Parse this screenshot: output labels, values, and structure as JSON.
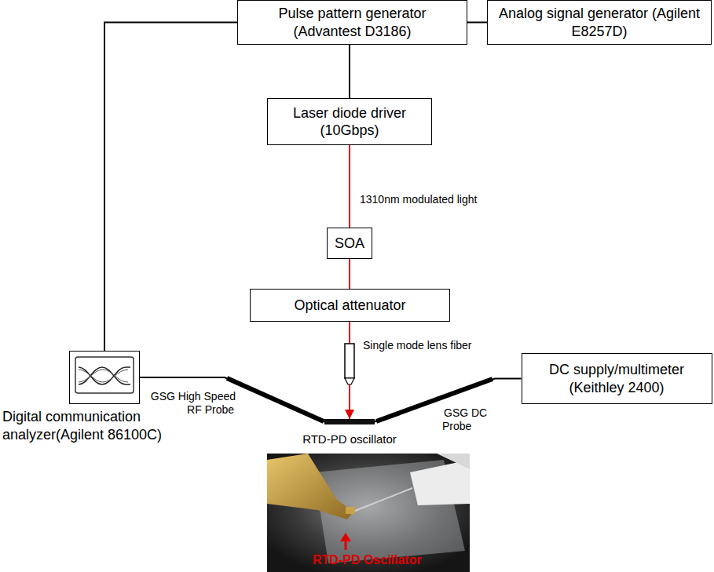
{
  "diagram": {
    "nodes": [
      {
        "text": [
          "Pulse pattern generator (Advantest D3186)"
        ]
      },
      {
        "text": [
          "Analog signal generator (Agilent E8257D)"
        ]
      },
      {
        "text": [
          "Laser diode driver (10Gbps)"
        ]
      },
      {
        "text": [
          "SOA"
        ]
      },
      {
        "text": [
          "Optical attenuator"
        ]
      },
      {
        "text": [
          "Digital communication analyzer(Agilent 86100C)"
        ]
      },
      {
        "text": [
          "DC supply/multimeter (Keithley 2400)"
        ]
      },
      {
        "text": [
          "RTD-PD oscillator"
        ]
      }
    ],
    "edges": [
      {
        "from": 0,
        "to": 1,
        "arrow": "none"
      },
      {
        "from": 0,
        "to": 2,
        "arrow": "none"
      },
      {
        "from": 0,
        "to": 5,
        "arrow": "none"
      },
      {
        "from": 2,
        "to": 3,
        "label": "1310nm modulated light",
        "arrow": "none"
      },
      {
        "from": 3,
        "to": 4,
        "arrow": "none"
      },
      {
        "from": 4,
        "to": 7,
        "label": "Single mode lens fiber",
        "arrow": "to"
      },
      {
        "from": 5,
        "to": 7,
        "label": "GSG High Speed RF Probe",
        "arrow": "none"
      },
      {
        "from": 6,
        "to": 7,
        "label": "GSG DC Probe",
        "arrow": "none"
      }
    ],
    "labels": [
      "RTD-PD Oscillator"
    ]
  }
}
